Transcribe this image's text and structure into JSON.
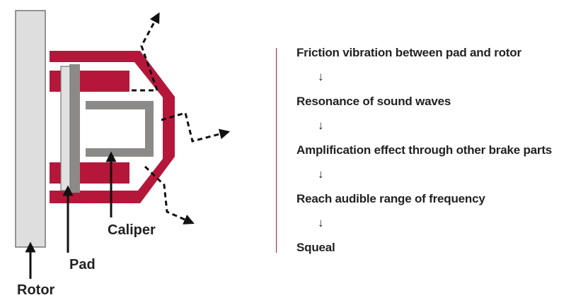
{
  "colors": {
    "caliper": "#b5173b",
    "rotor_fill": "#dedede",
    "pad_fill": "#e0e0e0",
    "piston": "#8c8a88",
    "outline": "#777777",
    "text": "#222222",
    "divider": "#b5173b"
  },
  "diagram": {
    "labels": {
      "caliper": "Caliper",
      "pad": "Pad",
      "rotor": "Rotor"
    }
  },
  "flow": {
    "steps": [
      "Friction vibration between pad and rotor",
      "Resonance of sound waves",
      "Amplification effect through other brake parts",
      "Reach audible range of frequency",
      "Squeal"
    ],
    "arrow_glyph": "↓"
  }
}
